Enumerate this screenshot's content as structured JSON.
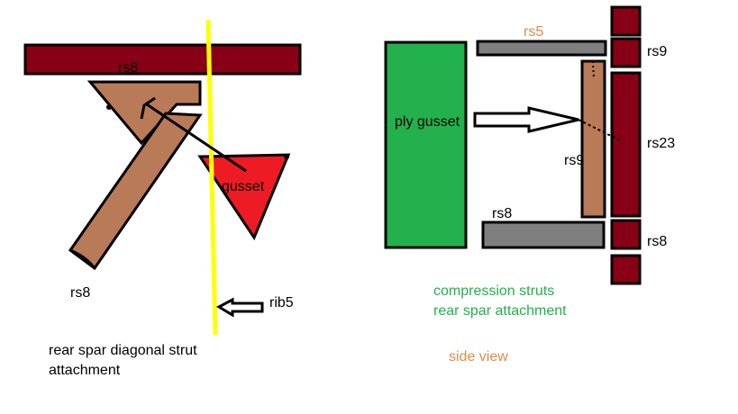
{
  "colors": {
    "maroon": "#880015",
    "wood": "#b97a57",
    "yellow": "#ffff00",
    "red": "#ed1c24",
    "green": "#22b14c",
    "gray": "#7f7f7f",
    "orange": "#e08a48",
    "label_green": "#22b14c",
    "black": "#000000"
  },
  "left_view": {
    "top_label": "rs8",
    "strut_label": "rs8",
    "gusset_label": "gusset",
    "rib_label": "rib5",
    "caption_line1": "rear spar diagonal strut",
    "caption_line2": "attachment"
  },
  "right_view": {
    "top_label": "rs5",
    "gusset_label": "ply gusset",
    "vertical_label": "rs9",
    "block_label_top": "rs9",
    "spar_label": "rs23",
    "bottom_label": "rs8",
    "block_label_bottom": "rs8",
    "caption_line1": "compression struts",
    "caption_line2": "rear spar attachment",
    "view_label": "side view"
  }
}
